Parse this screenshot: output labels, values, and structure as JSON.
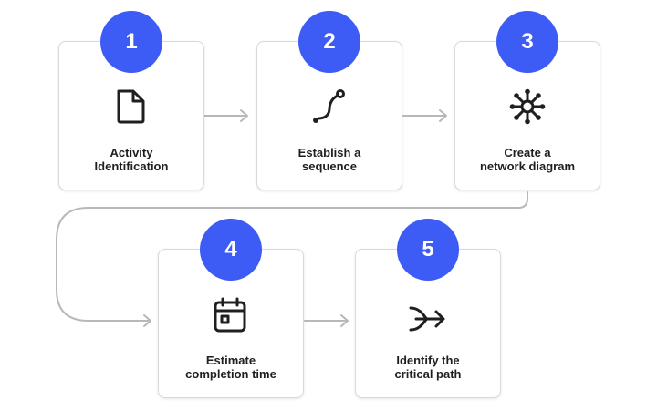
{
  "steps": [
    {
      "number": "1",
      "line1": "Activity",
      "line2": "Identification",
      "icon": "document-icon"
    },
    {
      "number": "2",
      "line1": "Establish a",
      "line2": "sequence",
      "icon": "sequence-curve-icon"
    },
    {
      "number": "3",
      "line1": "Create a",
      "line2": "network diagram",
      "icon": "network-hub-icon"
    },
    {
      "number": "4",
      "line1": "Estimate",
      "line2": "completion time",
      "icon": "calendar-icon"
    },
    {
      "number": "5",
      "line1": "Identify the",
      "line2": "critical path",
      "icon": "merge-arrow-icon"
    }
  ],
  "colors": {
    "accent": "#3d5cf5",
    "connector": "#b8b8b8",
    "text": "#1f1f1f",
    "card_border": "#d9d9d9"
  }
}
